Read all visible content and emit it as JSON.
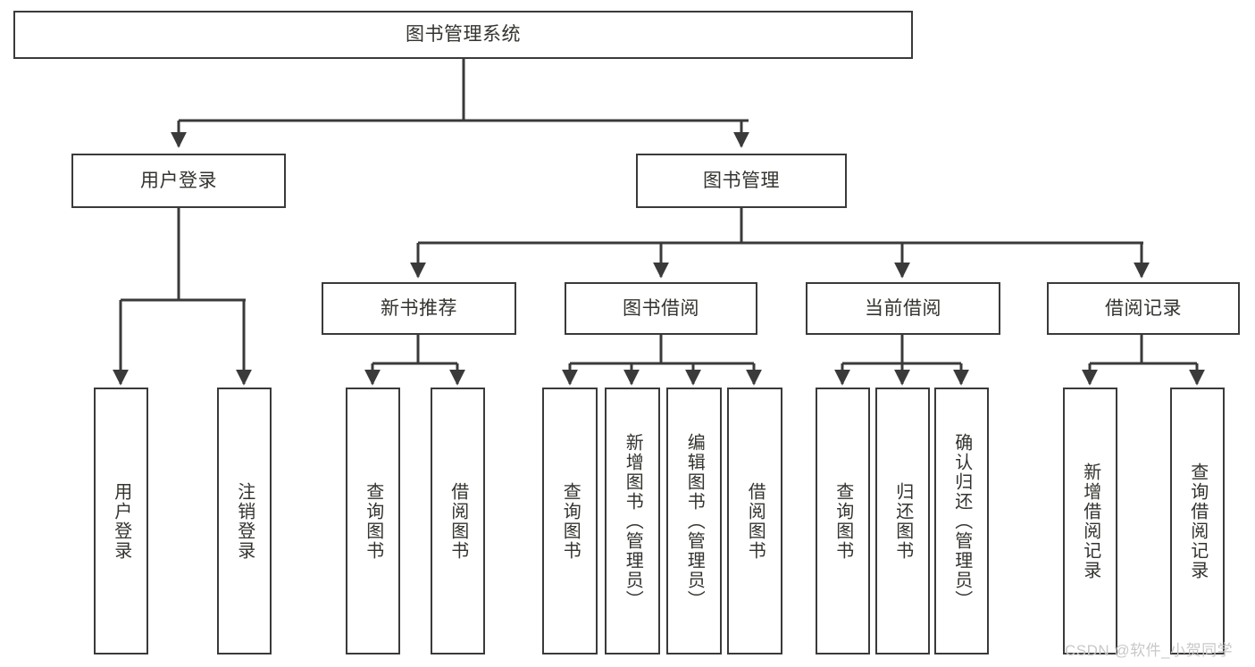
{
  "diagram": {
    "type": "tree-hierarchy-chart",
    "title": "图书管理系统",
    "watermark": "CSDN @软件_小贺同学",
    "colors": {
      "background": "#ffffff",
      "border": "#3a3a3a",
      "connector": "#3a3a3a",
      "text": "#33332f",
      "watermark": "#c8c8c8"
    },
    "root": {
      "label": "图书管理系统"
    },
    "level2": [
      {
        "label": "用户登录"
      },
      {
        "label": "图书管理"
      }
    ],
    "level3": [
      {
        "label": "新书推荐"
      },
      {
        "label": "图书借阅"
      },
      {
        "label": "当前借阅"
      },
      {
        "label": "借阅记录"
      }
    ],
    "leaves": {
      "user_login": [
        {
          "label": "用户登录"
        },
        {
          "label": "注销登录"
        }
      ],
      "new_book_recommend": [
        {
          "label": "查询图书"
        },
        {
          "label": "借阅图书"
        }
      ],
      "book_borrow": [
        {
          "label": "查询图书"
        },
        {
          "label": "新增图书（管理员）"
        },
        {
          "label": "编辑图书（管理员）"
        },
        {
          "label": "借阅图书"
        }
      ],
      "current_borrow": [
        {
          "label": "查询图书"
        },
        {
          "label": "归还图书"
        },
        {
          "label": "确认归还（管理员）"
        }
      ],
      "borrow_record": [
        {
          "label": "新增借阅记录"
        },
        {
          "label": "查询借阅记录"
        }
      ]
    }
  }
}
